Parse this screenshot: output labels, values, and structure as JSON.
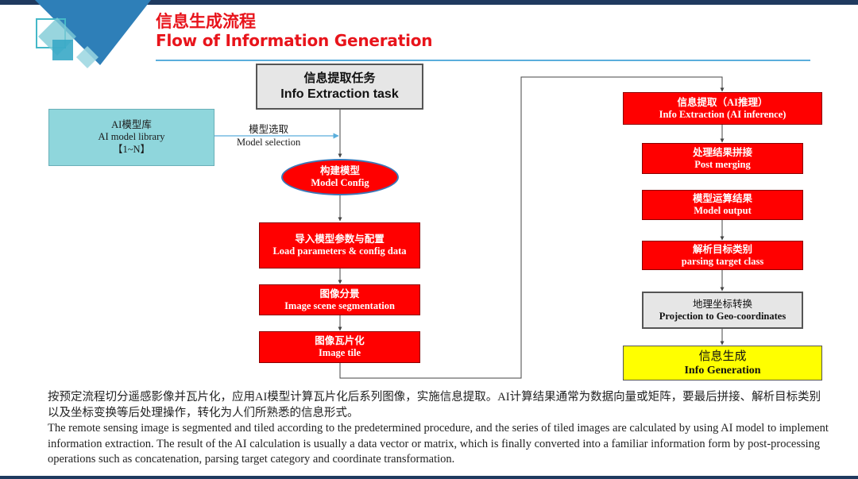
{
  "slide": {
    "title_cn": "信息生成流程",
    "title_en": "Flow of Information Generation"
  },
  "colors": {
    "title": "#e8141b",
    "process_red": "#ff0000",
    "library_cyan": "#8fd6dc",
    "output_yellow": "#ffff00",
    "header_navy": "#1f3a5f",
    "rule_blue": "#5aaedc"
  },
  "diagram": {
    "task": {
      "cn": "信息提取任务",
      "en": "Info Extraction task"
    },
    "library": {
      "cn": "AI模型库",
      "en": "AI model library",
      "range": "【1~N】"
    },
    "model_selection": {
      "cn": "模型选取",
      "en": "Model selection"
    },
    "config": {
      "cn": "构建模型",
      "en": "Model Config"
    },
    "load": {
      "cn": "导入模型参数与配置",
      "en": "Load parameters & config data"
    },
    "segmentation": {
      "cn": "图像分景",
      "en": "Image scene segmentation"
    },
    "tile": {
      "cn": "图像瓦片化",
      "en": "Image tile"
    },
    "inference": {
      "cn": "信息提取（AI推理）",
      "en": "Info Extraction (AI inference)"
    },
    "merging": {
      "cn": "处理结果拼接",
      "en": "Post merging"
    },
    "output": {
      "cn": "模型运算结果",
      "en": "Model output"
    },
    "parsing": {
      "cn": "解析目标类别",
      "en": "parsing target class"
    },
    "geo": {
      "cn": "地理坐标转换",
      "en": "Projection to Geo-coordinates"
    },
    "info": {
      "cn": "信息生成",
      "en": "Info Generation"
    }
  },
  "description": {
    "cn": "按预定流程切分遥感影像并瓦片化，应用AI模型计算瓦片化后系列图像，实施信息提取。AI计算结果通常为数据向量或矩阵，要最后拼接、解析目标类别以及坐标变换等后处理操作，转化为人们所熟悉的信息形式。",
    "en": "The remote sensing image is segmented and tiled according to the predetermined procedure, and the series of tiled images are calculated by using AI model to implement information extraction. The result of the AI calculation is usually a data vector or matrix, which is finally converted into a familiar information form by post-processing operations such as concatenation, parsing target category and coordinate transformation."
  }
}
